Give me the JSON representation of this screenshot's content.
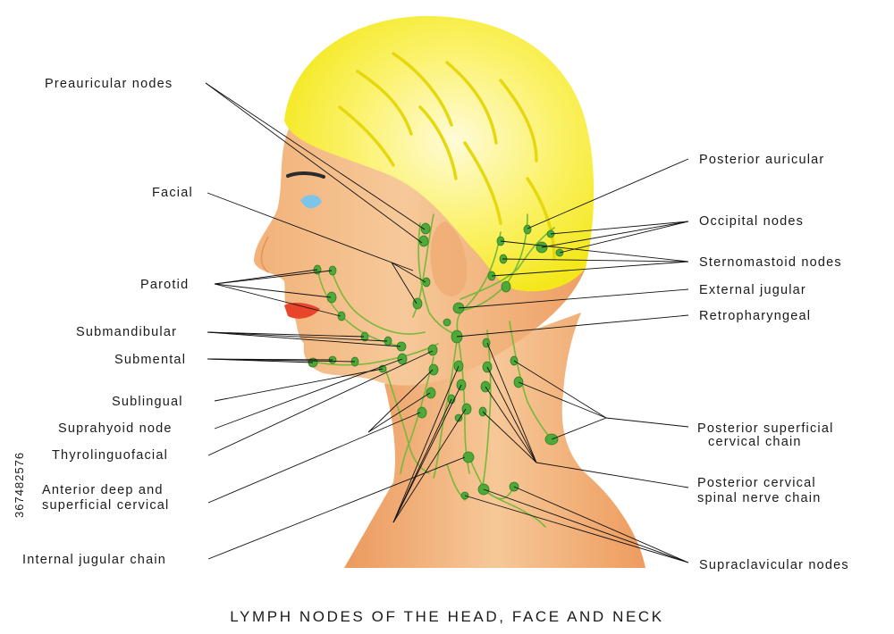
{
  "figure": {
    "title": "LYMPH NODES OF THE HEAD, FACE AND NECK",
    "watermark": "367482576"
  },
  "labels": {
    "preauricular": "Preauricular nodes",
    "facial": "Facial",
    "parotid": "Parotid",
    "submandibular": "Submandibular",
    "submental": "Submental",
    "sublingual": "Sublingual",
    "suprahyoid": "Suprahyoid node",
    "thyrolinguofacial": "Thyrolinguofacial",
    "anterior_deep_1": "Anterior deep and",
    "anterior_deep_2": "superficial cervical",
    "internal_jugular": "Internal jugular chain",
    "posterior_auricular": "Posterior auricular",
    "occipital": "Occipital nodes",
    "sternomastoid": "Sternomastoid nodes",
    "external_jugular": "External jugular",
    "retropharyngeal": "Retropharyngeal",
    "posterior_superficial_1": "Posterior superficial",
    "posterior_superficial_2": "cervical chain",
    "posterior_cervical_1": "Posterior cervical",
    "posterior_cervical_2": "spinal nerve chain",
    "supraclavicular": "Supraclavicular nodes"
  },
  "colors": {
    "hair": "#f7ee1f",
    "skin": "#f0b27a",
    "lips": "#e8452a",
    "eye": "#7cc4e8",
    "node": "#4fa83a",
    "vessel": "#77b83a"
  }
}
